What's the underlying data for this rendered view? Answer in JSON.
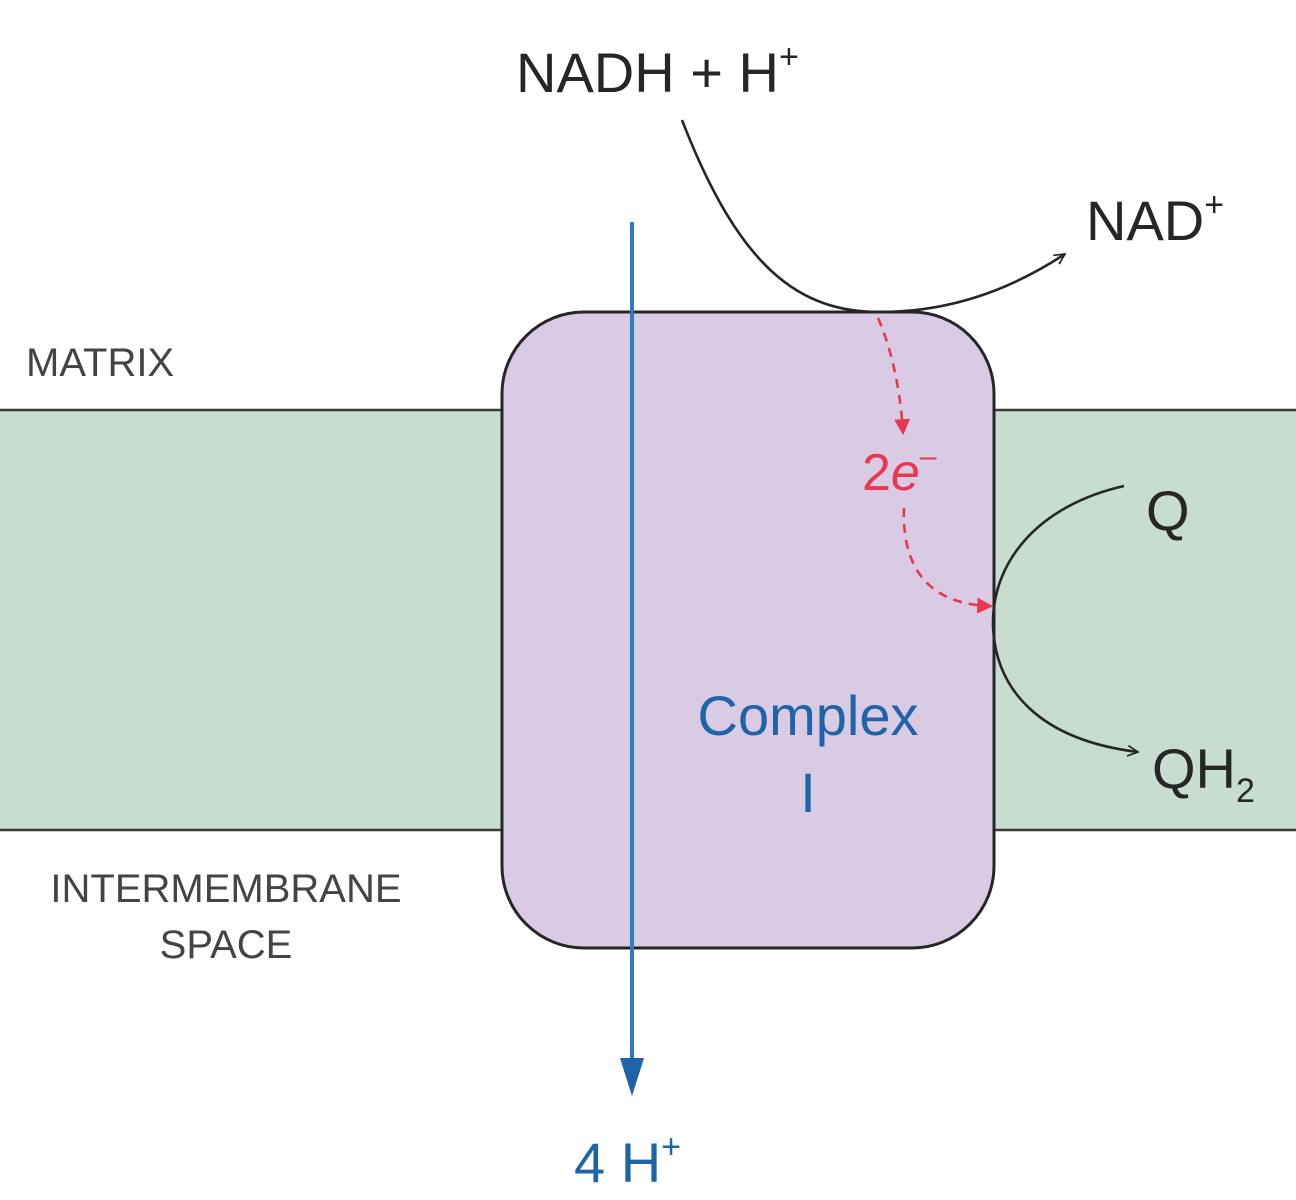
{
  "colors": {
    "membrane": "#c6ddd0",
    "membrane_edge": "#3a3a3a",
    "complex_fill": "#d9cbe4",
    "complex_edge": "#262626",
    "proton_arrow": "#2e7cbf",
    "proton_text": "#1f63a8",
    "electron": "#e8384f",
    "ink": "#262626",
    "compartment_text": "#444444"
  },
  "labels": {
    "nadh_base": "NADH + H",
    "nadh_sup": "+",
    "nad_base": "NAD",
    "nad_sup": "+",
    "matrix": "MATRIX",
    "intermembrane_line1": "INTERMEMBRANE",
    "intermembrane_line2": "SPACE",
    "electrons_num": "2",
    "electrons_e": "e",
    "electrons_sup": "–",
    "q": "Q",
    "qh2_base": "QH",
    "qh2_sub": "2",
    "complex_line1": "Complex",
    "complex_line2": "I",
    "protons_base": "4 H",
    "protons_sup": "+"
  }
}
